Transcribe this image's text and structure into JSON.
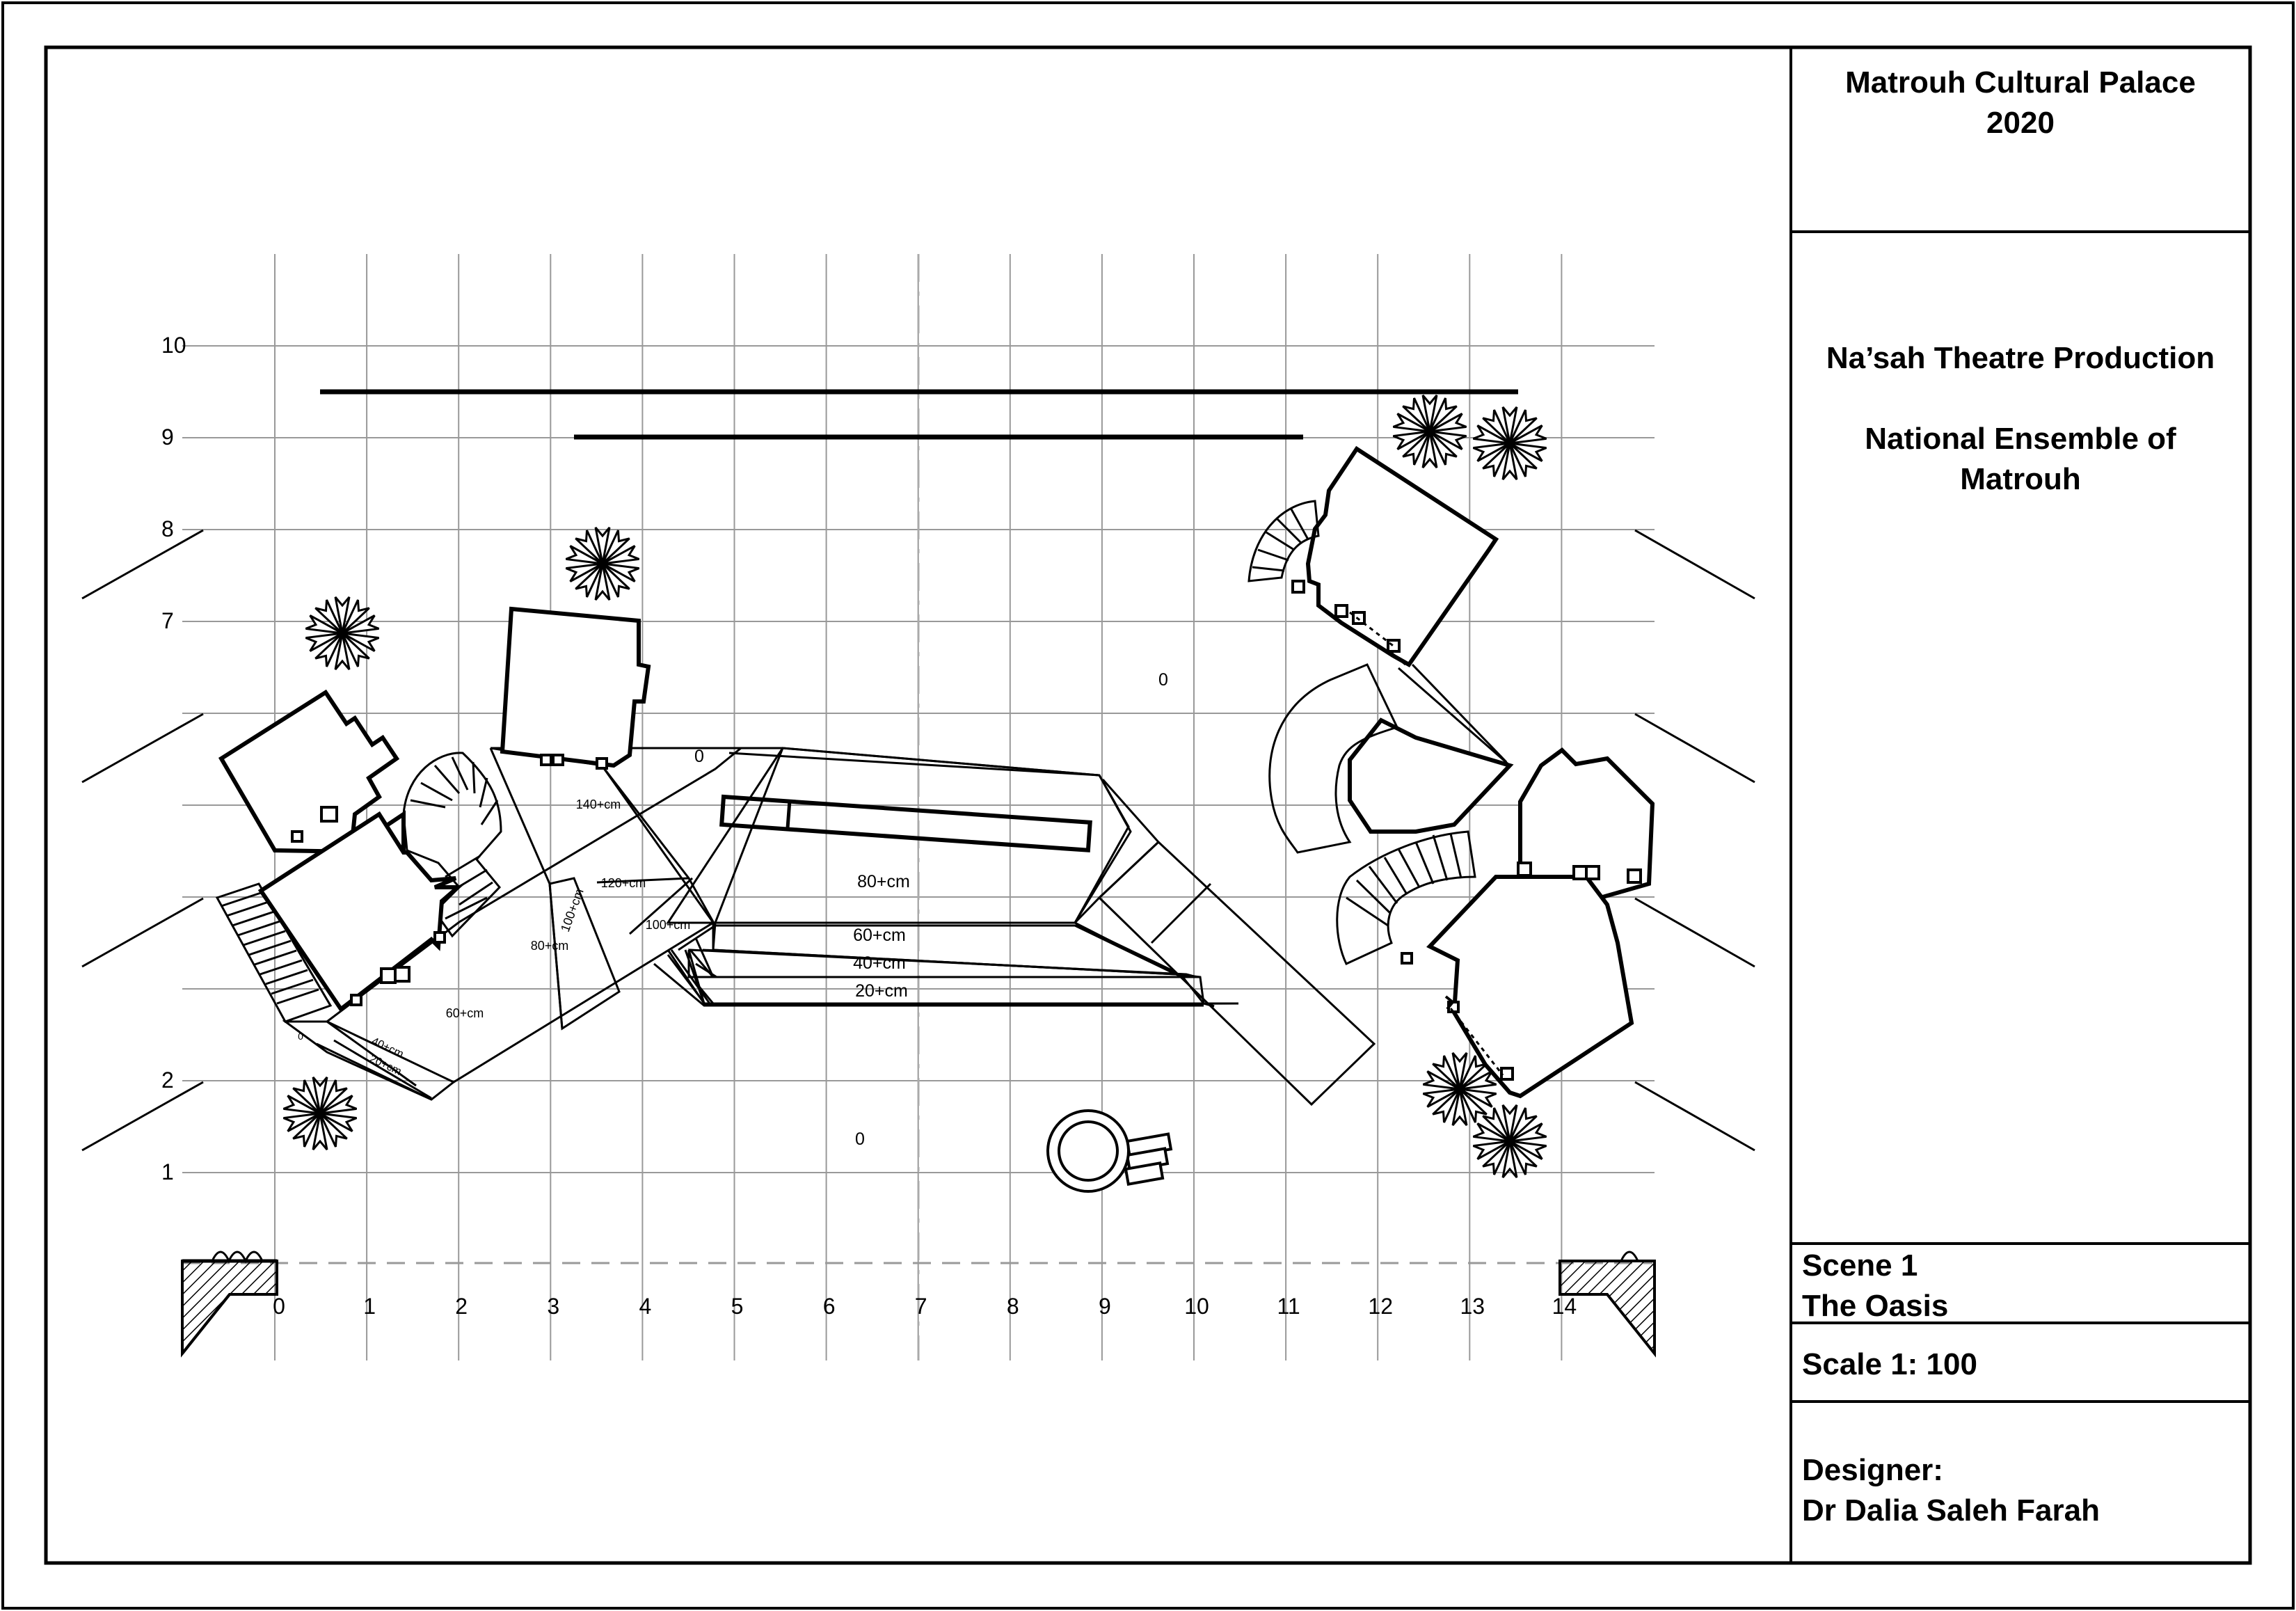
{
  "title_block": {
    "venue": "Matrouh Cultural Palace",
    "year": "2020",
    "production": "Na’sah Theatre Production",
    "ensemble_line1": "National Ensemble of",
    "ensemble_line2": "Matrouh",
    "scene_number": "Scene 1",
    "scene_name": "The Oasis",
    "scale": "Scale 1: 100",
    "designer_label": "Designer:",
    "designer_name": "Dr Dalia Saleh Farah"
  },
  "grid": {
    "x_ticks": [
      "0",
      "1",
      "2",
      "3",
      "4",
      "5",
      "6",
      "7",
      "8",
      "9",
      "10",
      "11",
      "12",
      "13",
      "14"
    ],
    "y_ticks": [
      {
        "label": "10",
        "row": 10
      },
      {
        "label": "9",
        "row": 9
      },
      {
        "label": "8",
        "row": 8
      },
      {
        "label": "7",
        "row": 7
      },
      {
        "label": "2",
        "row": 2
      },
      {
        "label": "1",
        "row": 1
      }
    ]
  },
  "platform_labels": {
    "p140": "140+cm",
    "p120": "120+cm",
    "p100a": "100+cm",
    "p100b": "100+cm",
    "p80a": "80+cm",
    "p80b": "80+cm",
    "p60a": "60+cm",
    "p60b": "60+cm",
    "p40a": "40+cm",
    "p40b": "40+cm",
    "p20a": "20+cm",
    "p20b": "20+cm",
    "zero_a": "0",
    "zero_b": "0",
    "zero_c": "0",
    "zero_d": "0"
  }
}
